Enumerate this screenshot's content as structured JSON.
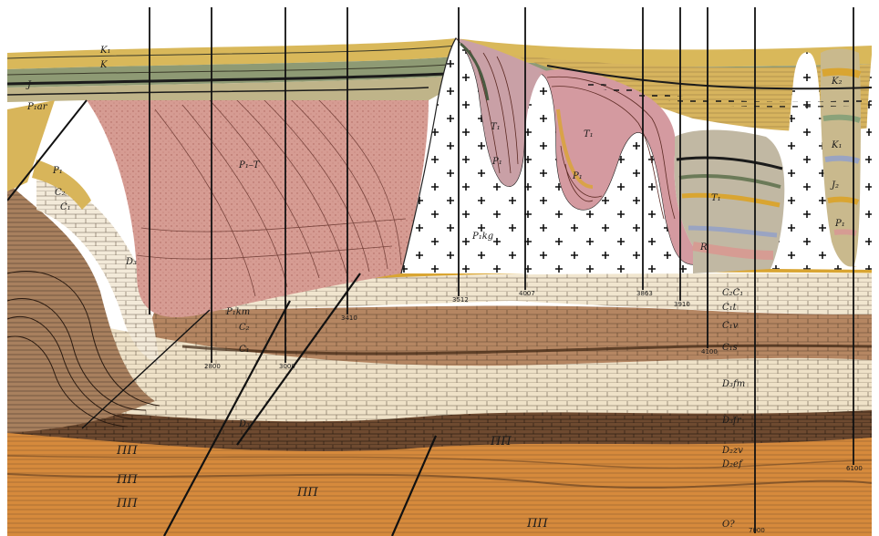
{
  "colors": {
    "background": "#ffffff",
    "quaternary": "#e6b24a",
    "upper_band": "#c9a24e",
    "dark_band": "#2c2a22",
    "salt": "#ffffff",
    "permo_triassic_pink": "#d69c93",
    "carbonate_light": "#efe2c8",
    "carbonate_brown": "#a0714e",
    "carbonate_dark": "#6e4a30",
    "basement_orange": "#d68a3c",
    "well_line": "#111111",
    "fault_line": "#111111"
  },
  "labels": {
    "formations": {
      "k1": "K₁",
      "k2": "K",
      "j": "J",
      "p1t": "P₁–T",
      "p1kg": "P₁kg",
      "p1": "P₁",
      "p1_b": "P₁",
      "t1": "T₁",
      "t2": "T₁",
      "t3": "T₁",
      "k_right": "K₂",
      "k_right2": "K₁",
      "j_right": "J₂",
      "p1_right": "P₁",
      "p1_ar": "P₁ar",
      "p1km": "P₁km",
      "c2": "C₂",
      "c1": "C₁",
      "c1v": "C₁v",
      "c1s": "C₁s",
      "c2c1": "C₂C₁",
      "c1t": "C₁t",
      "d3fm": "D₃fm",
      "d3fr": "D₃fr",
      "d2zv": "D₂zv",
      "d2ef": "D₂ef",
      "d3": "D₃",
      "o": "O?",
      "r": "R",
      "left_p1": "P₁",
      "left_c": "C₂",
      "left_c1": "C₁",
      "left_d": "D₃"
    },
    "pre_paleozoic": [
      "ПП",
      "ПП",
      "ПП",
      "ПП",
      "ПП",
      "ПП"
    ],
    "depths": [
      "2800",
      "3000",
      "3410",
      "3512",
      "4007",
      "3863",
      "3910",
      "4100",
      "7000",
      "6100"
    ]
  }
}
